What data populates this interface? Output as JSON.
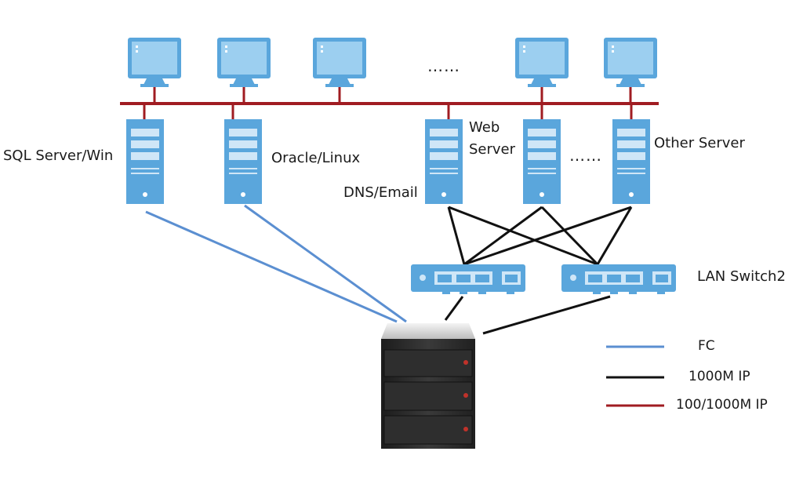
{
  "labels": {
    "sql": "SQL Server/Win",
    "oracle": "Oracle/Linux",
    "web_line1": "Web",
    "web_line2": "Server",
    "dns": "DNS/Email",
    "other": "Other Server",
    "lan": "LAN Switch2",
    "dots_top": "……",
    "dots_mid": "……"
  },
  "legend": [
    {
      "label": "FC",
      "color": "#5b8fd1"
    },
    {
      "label": "1000M IP",
      "color": "#111111"
    },
    {
      "label": "100/1000M IP",
      "color": "#a01c22"
    }
  ],
  "colors": {
    "device_blue": "#5aa6dc",
    "device_light": "#cfe6f7",
    "bus_red": "#a01c22",
    "fc_blue": "#5b8fd1",
    "ip_black": "#111111",
    "storage_dark": "#2b2b2b"
  }
}
